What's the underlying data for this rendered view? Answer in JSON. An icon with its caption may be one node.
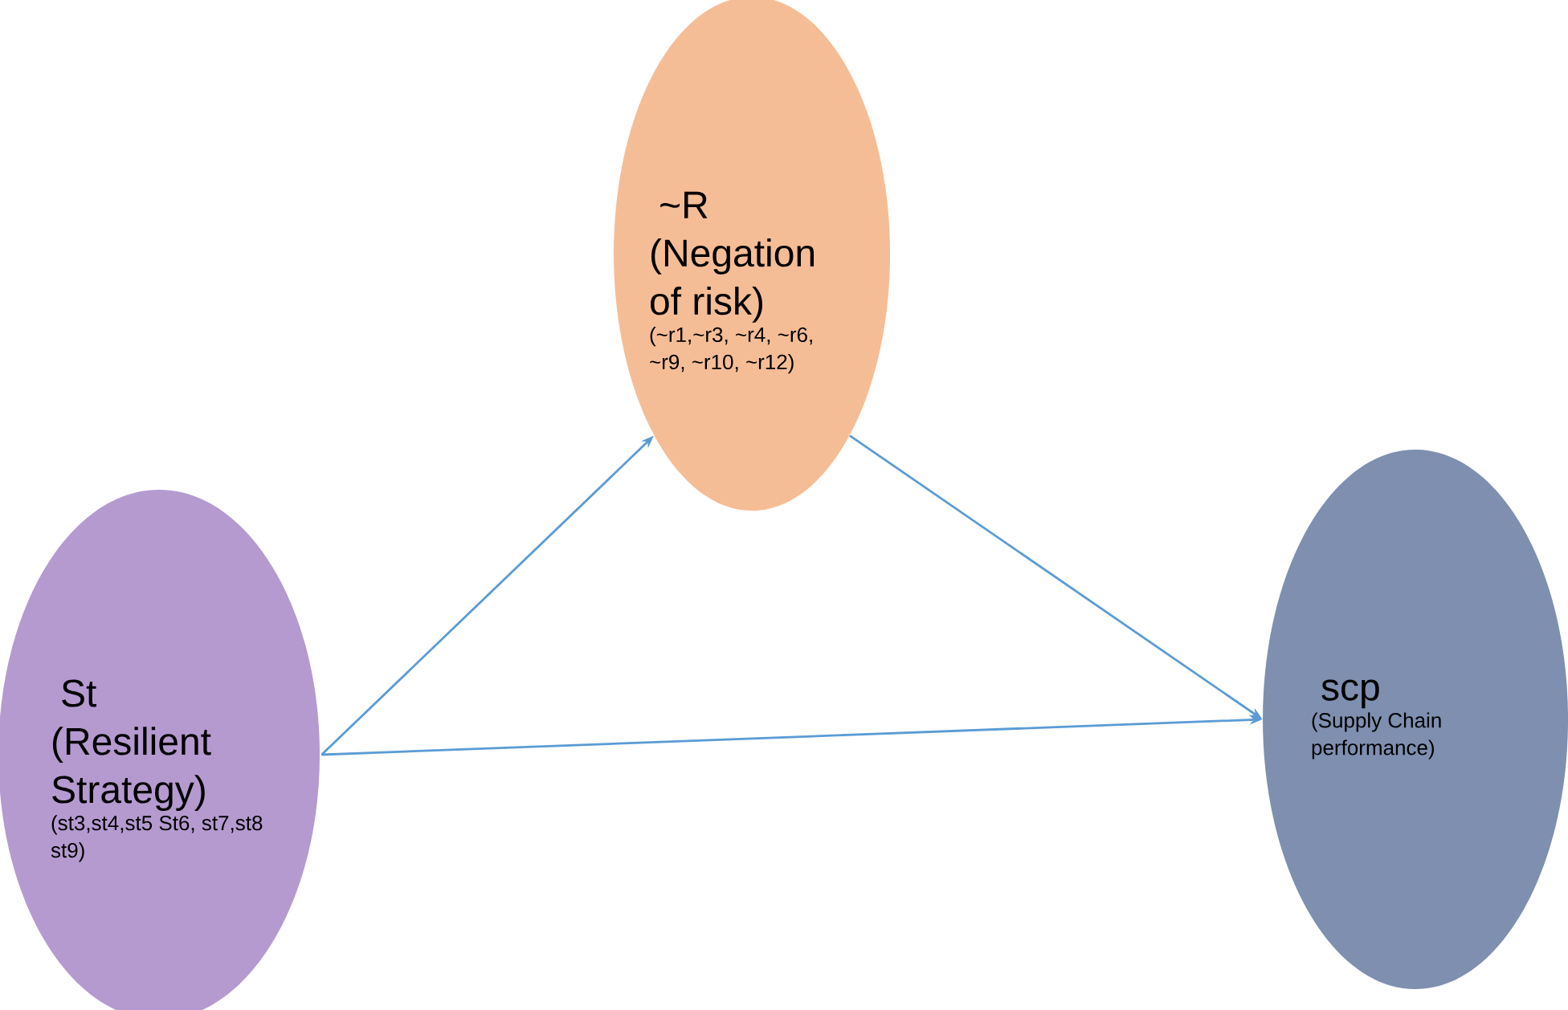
{
  "diagram": {
    "nodes": [
      {
        "text": [
          "St",
          "(Resilient Strategy)",
          "(st3,st4,st5 St6, st7,st8 st9)"
        ]
      },
      {
        "text": [
          "~R",
          "(Negation of risk)",
          "(~r1,~r3, ~r4, ~r6, ~r9, ~r10, ~r12)"
        ]
      },
      {
        "text": [
          "scp",
          "(Supply Chain performance)"
        ]
      }
    ],
    "edges": [
      {
        "from": 0,
        "to": 1,
        "arrow": "to"
      },
      {
        "from": 1,
        "to": 2,
        "arrow": "to"
      },
      {
        "from": 0,
        "to": 2,
        "arrow": "to"
      }
    ]
  }
}
